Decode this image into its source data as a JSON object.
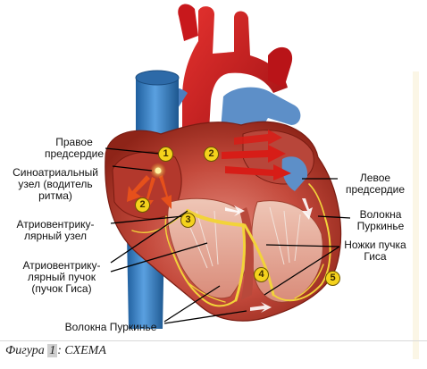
{
  "labels": {
    "right_atrium": [
      "Правое",
      "предсердие"
    ],
    "sa_node": [
      "Синоатриальный",
      "узел (водитель",
      "ритма)"
    ],
    "av_node": [
      "Атриовентрику-",
      "лярный узел"
    ],
    "av_bundle": [
      "Атриовентрику-",
      "лярный пучок",
      "(пучок Гиса)"
    ],
    "purkinje_bottom": "Волокна Пуркинье",
    "left_atrium": [
      "Левое",
      "предсердие"
    ],
    "purkinje_right": [
      "Волокна",
      "Пуркинье"
    ],
    "bundle_branches": [
      "Ножки пучка",
      "Гиса"
    ]
  },
  "badges": [
    "1",
    "2",
    "2",
    "3",
    "4",
    "5"
  ],
  "caption": {
    "prefix": "Фигура ",
    "number": "1",
    "suffix": ": СХЕМА"
  },
  "colors": {
    "aorta_red": "#c0181d",
    "vein_blue": "#3c82c8",
    "myocardium": "#c8453a",
    "conduction_yellow": "#f2d33a",
    "badge_fill": "#f4d21c"
  }
}
